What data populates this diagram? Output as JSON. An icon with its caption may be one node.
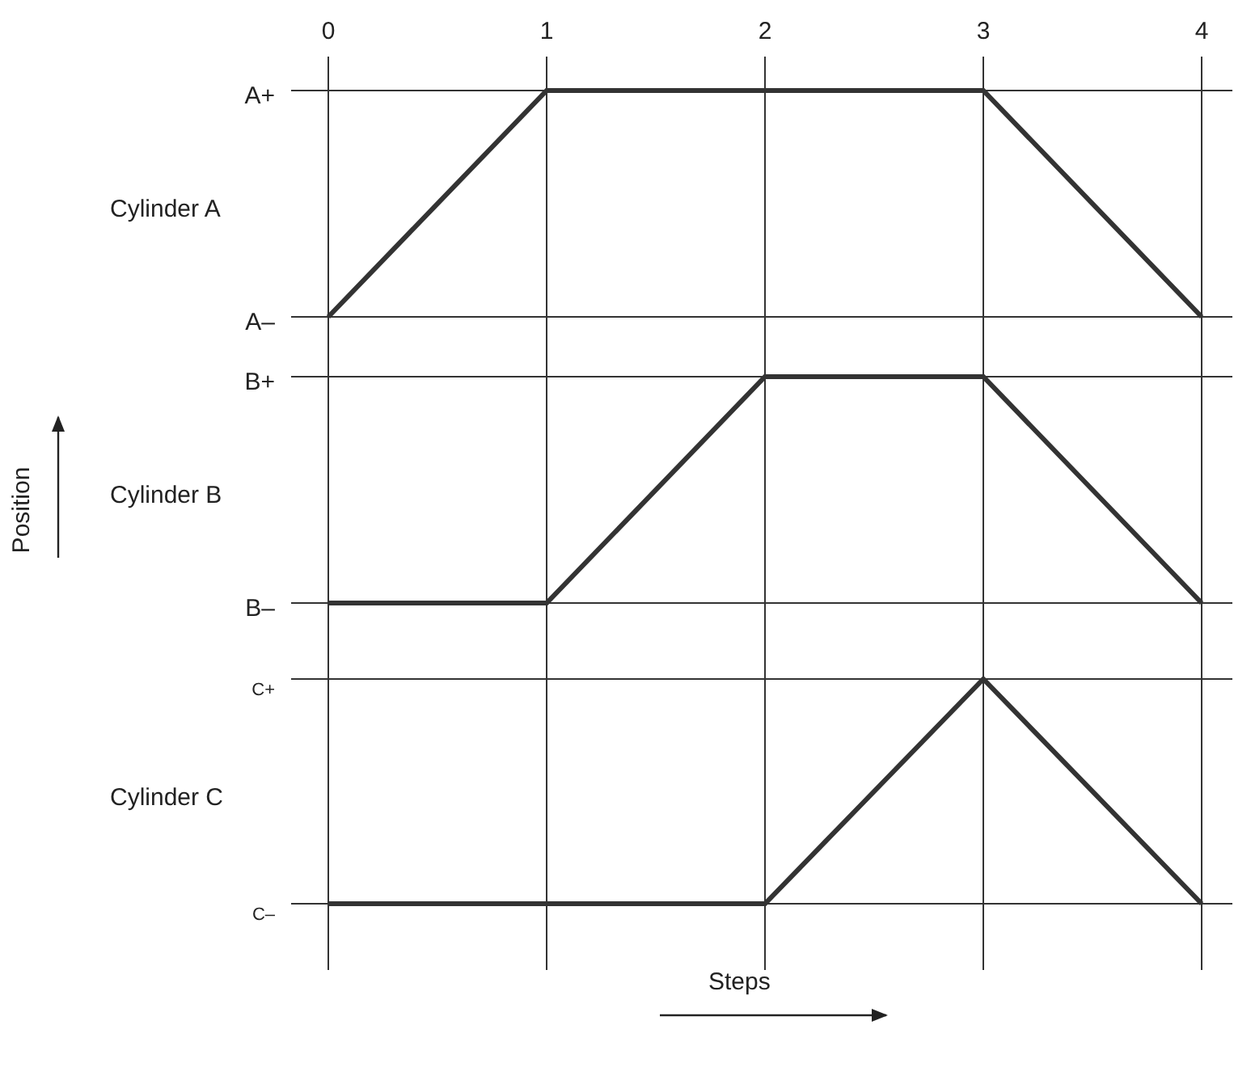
{
  "diagram": {
    "labels": [
      "0",
      "1",
      "2",
      "3",
      "4",
      "A+",
      "Cylinder A",
      "A–",
      "B+",
      "Cylinder B",
      "Position",
      "B–",
      "C+",
      "Cylinder C",
      "C–",
      "Steps"
    ]
  }
}
